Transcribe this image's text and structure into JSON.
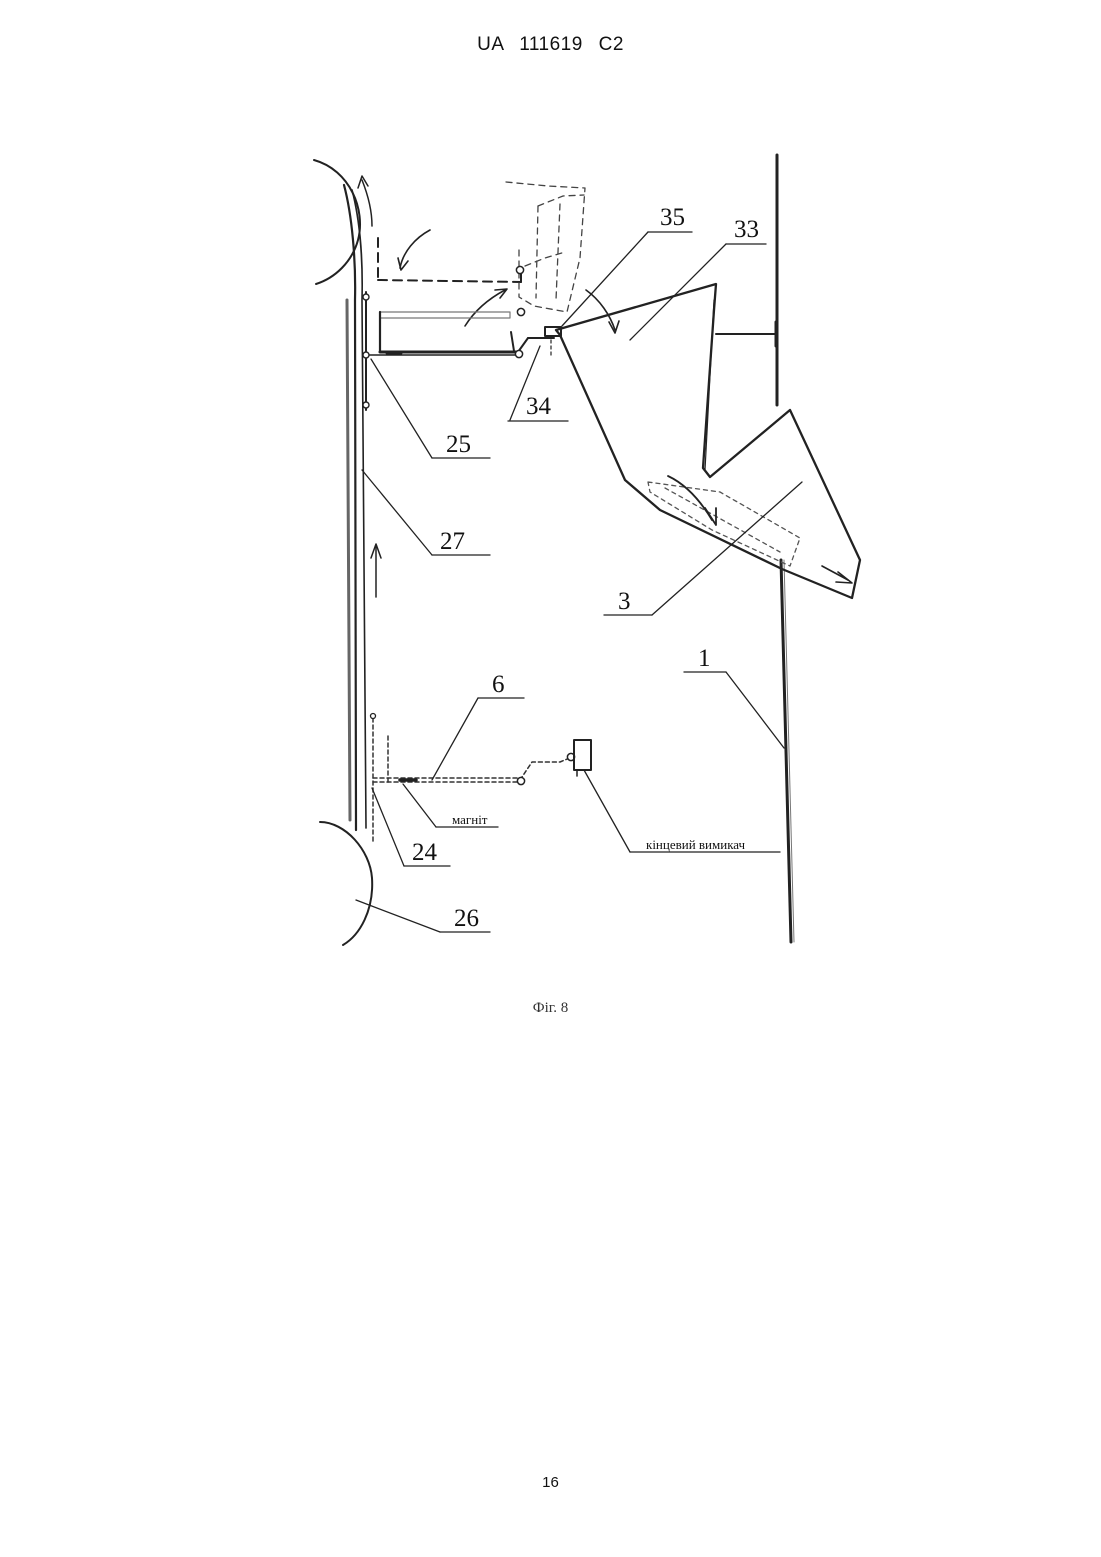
{
  "header": {
    "patent_number": "UA   111619   C2"
  },
  "figure": {
    "refs": {
      "r35": "35",
      "r33": "33",
      "r34": "34",
      "r25": "25",
      "r27": "27",
      "r3": "3",
      "r1": "1",
      "r6": "6",
      "r24": "24",
      "r26": "26"
    },
    "labels": {
      "magnet": "магніт",
      "limit_switch": "кінцевий вимикач"
    },
    "caption": "Фіг. 8"
  },
  "footer": {
    "page_number": "16"
  }
}
